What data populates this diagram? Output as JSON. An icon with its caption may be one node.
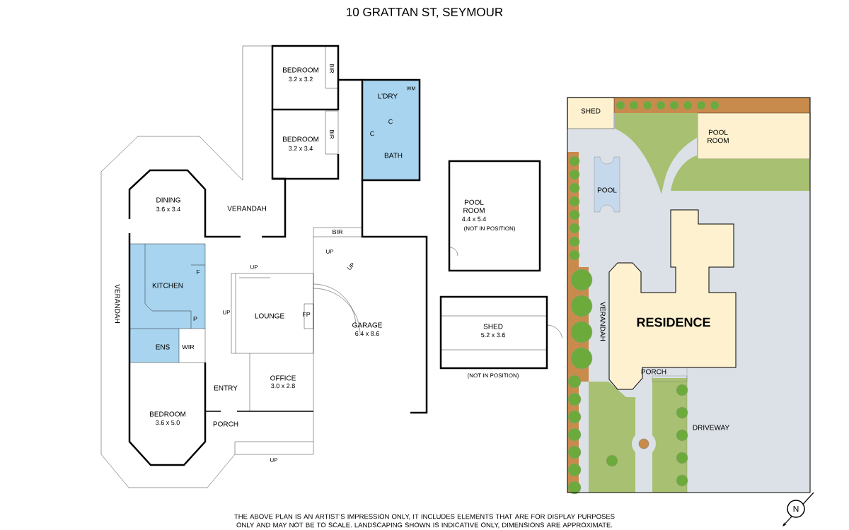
{
  "diagram": {
    "title": "10 GRATTAN ST, SEYMOUR",
    "caption": "THE ABOVE PLAN IS AN ARTIST’S IMPRESSION ONLY, IT INCLUDES ELEMENTS THAT ARE FOR DISPLAY PURPOSES ONLY AND MAY NOT BE TO SCALE. LANDSCAPING SHOWN IS INDICATIVE ONLY, DIMENSIONS ARE APPROXIMATE.",
    "labels": [
      "BEDROOM",
      "3.2 x 3.2",
      "BIR",
      "L’DRY",
      "WM",
      "BEDROOM",
      "3.2 x 3.4",
      "BIR",
      "C",
      "C",
      "BATH",
      "DINING",
      "3.6 x 3.4",
      "VERANDAH",
      "BIR",
      "UP",
      "UP",
      "UP",
      "F",
      "KITCHEN",
      "VERANDAH",
      "P",
      "UP",
      "LOUNGE",
      "FP",
      "GARAGE",
      "6.4 x 8.6",
      "ENS",
      "WIR",
      "ENTRY",
      "OFFICE",
      "3.0 x 2.8",
      "BEDROOM",
      "3.6 x 5.0",
      "PORCH",
      "UP",
      "POOL ROOM",
      "4.4 x 5.4",
      "(NOT IN POSITION)",
      "SHED",
      "5.2 x 3.6",
      "(NOT IN POSITION)",
      "SHED",
      "POOL ROOM",
      "POOL",
      "VERANDAH",
      "RESIDENCE",
      "PORCH",
      "DRIVEWAY",
      "N"
    ]
  }
}
